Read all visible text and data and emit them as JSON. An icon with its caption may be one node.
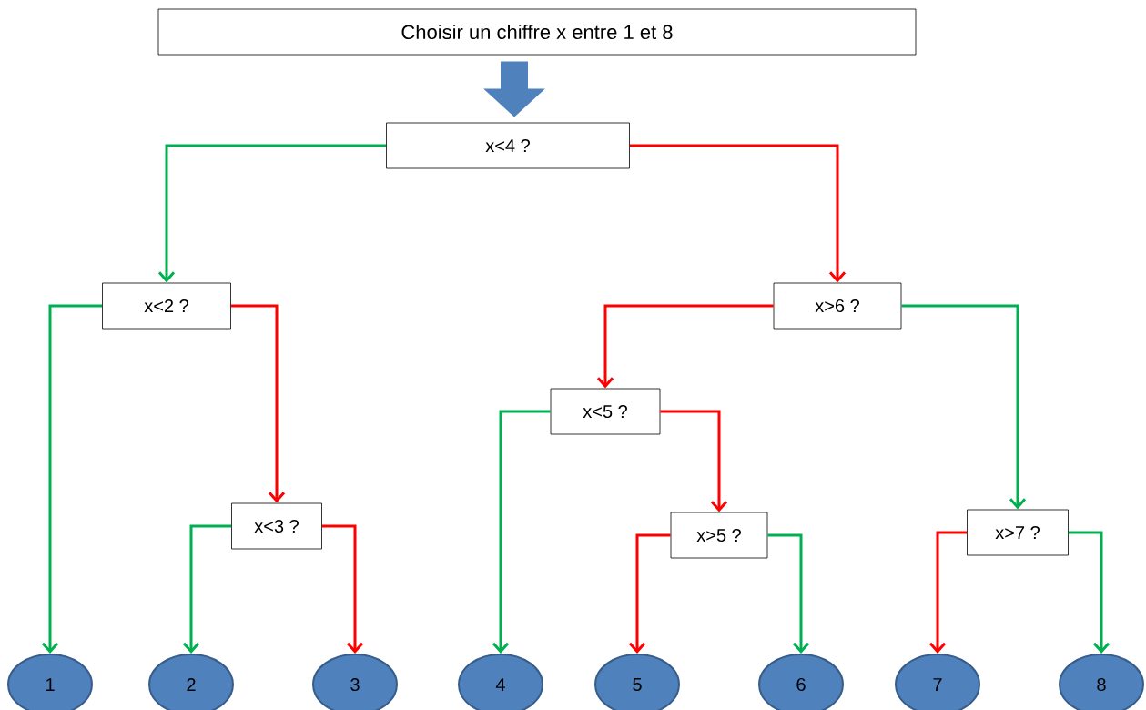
{
  "diagram": {
    "nodes": [
      {
        "text": [
          "Choisir un chiffre x entre 1 et 8"
        ]
      },
      {
        "text": [
          "x<4 ?"
        ]
      },
      {
        "text": [
          "x<2 ?"
        ]
      },
      {
        "text": [
          "x>6 ?"
        ]
      },
      {
        "text": [
          "x<3 ?"
        ]
      },
      {
        "text": [
          "x<5 ?"
        ]
      },
      {
        "text": [
          "x>5 ?"
        ]
      },
      {
        "text": [
          "x>7 ?"
        ]
      },
      {
        "text": [
          "1"
        ]
      },
      {
        "text": [
          "2"
        ]
      },
      {
        "text": [
          "3"
        ]
      },
      {
        "text": [
          "4"
        ]
      },
      {
        "text": [
          "5"
        ]
      },
      {
        "text": [
          "6"
        ]
      },
      {
        "text": [
          "7"
        ]
      },
      {
        "text": [
          "8"
        ]
      }
    ],
    "edges": [
      {
        "from": 0,
        "to": 1,
        "arrow": "to",
        "style": "thick",
        "color": "#4f81bd"
      },
      {
        "from": 1,
        "to": 2,
        "arrow": "to",
        "color": "#00b050"
      },
      {
        "from": 1,
        "to": 3,
        "arrow": "to",
        "color": "#ff0000"
      },
      {
        "from": 2,
        "to": 8,
        "arrow": "to",
        "color": "#00b050"
      },
      {
        "from": 2,
        "to": 4,
        "arrow": "to",
        "color": "#ff0000"
      },
      {
        "from": 3,
        "to": 5,
        "arrow": "to",
        "color": "#ff0000"
      },
      {
        "from": 3,
        "to": 7,
        "arrow": "to",
        "color": "#00b050"
      },
      {
        "from": 4,
        "to": 9,
        "arrow": "to",
        "color": "#00b050"
      },
      {
        "from": 4,
        "to": 10,
        "arrow": "to",
        "color": "#ff0000"
      },
      {
        "from": 5,
        "to": 11,
        "arrow": "to",
        "color": "#00b050"
      },
      {
        "from": 5,
        "to": 6,
        "arrow": "to",
        "color": "#ff0000"
      },
      {
        "from": 6,
        "to": 12,
        "arrow": "to",
        "color": "#ff0000"
      },
      {
        "from": 6,
        "to": 13,
        "arrow": "to",
        "color": "#00b050"
      },
      {
        "from": 7,
        "to": 14,
        "arrow": "to",
        "color": "#ff0000"
      },
      {
        "from": 7,
        "to": 15,
        "arrow": "to",
        "color": "#00b050"
      }
    ]
  }
}
